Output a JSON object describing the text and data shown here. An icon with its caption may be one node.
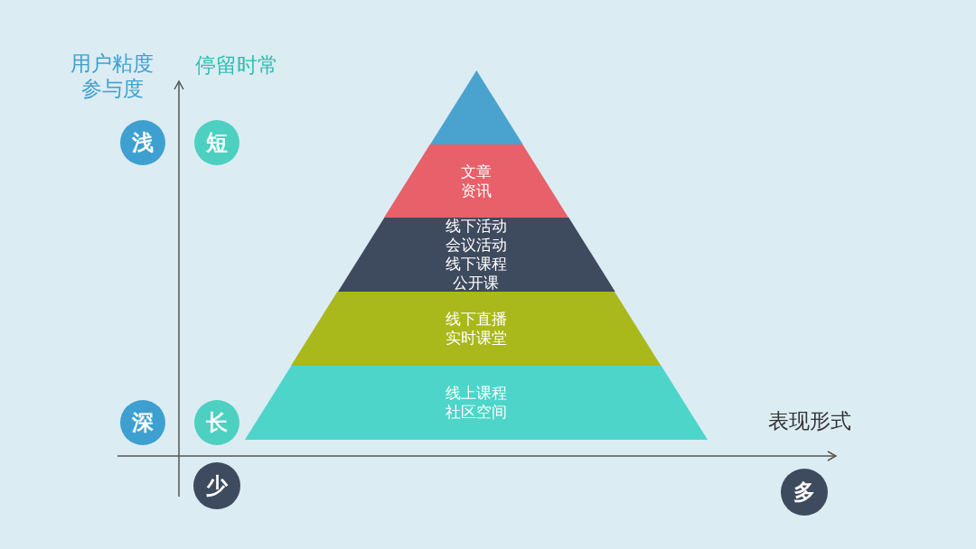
{
  "diagram": {
    "nodes": [
      {
        "text": [],
        "shape": "triangle"
      },
      {
        "text": [
          "文章资讯"
        ]
      },
      {
        "text": [
          "线下活动会议活动线下课程公开课"
        ]
      },
      {
        "text": [
          "线下直播实时课堂"
        ]
      },
      {
        "text": [
          "线上课程社区空间"
        ]
      },
      {
        "text": [
          "浅"
        ]
      },
      {
        "text": [
          "短"
        ]
      },
      {
        "text": [
          "深"
        ]
      },
      {
        "text": [
          "长"
        ]
      },
      {
        "text": [
          "少"
        ]
      },
      {
        "text": [
          "多"
        ]
      }
    ],
    "edges": [],
    "labels": [
      "用户粘度参与度",
      "停留时常",
      "表现形式"
    ]
  }
}
